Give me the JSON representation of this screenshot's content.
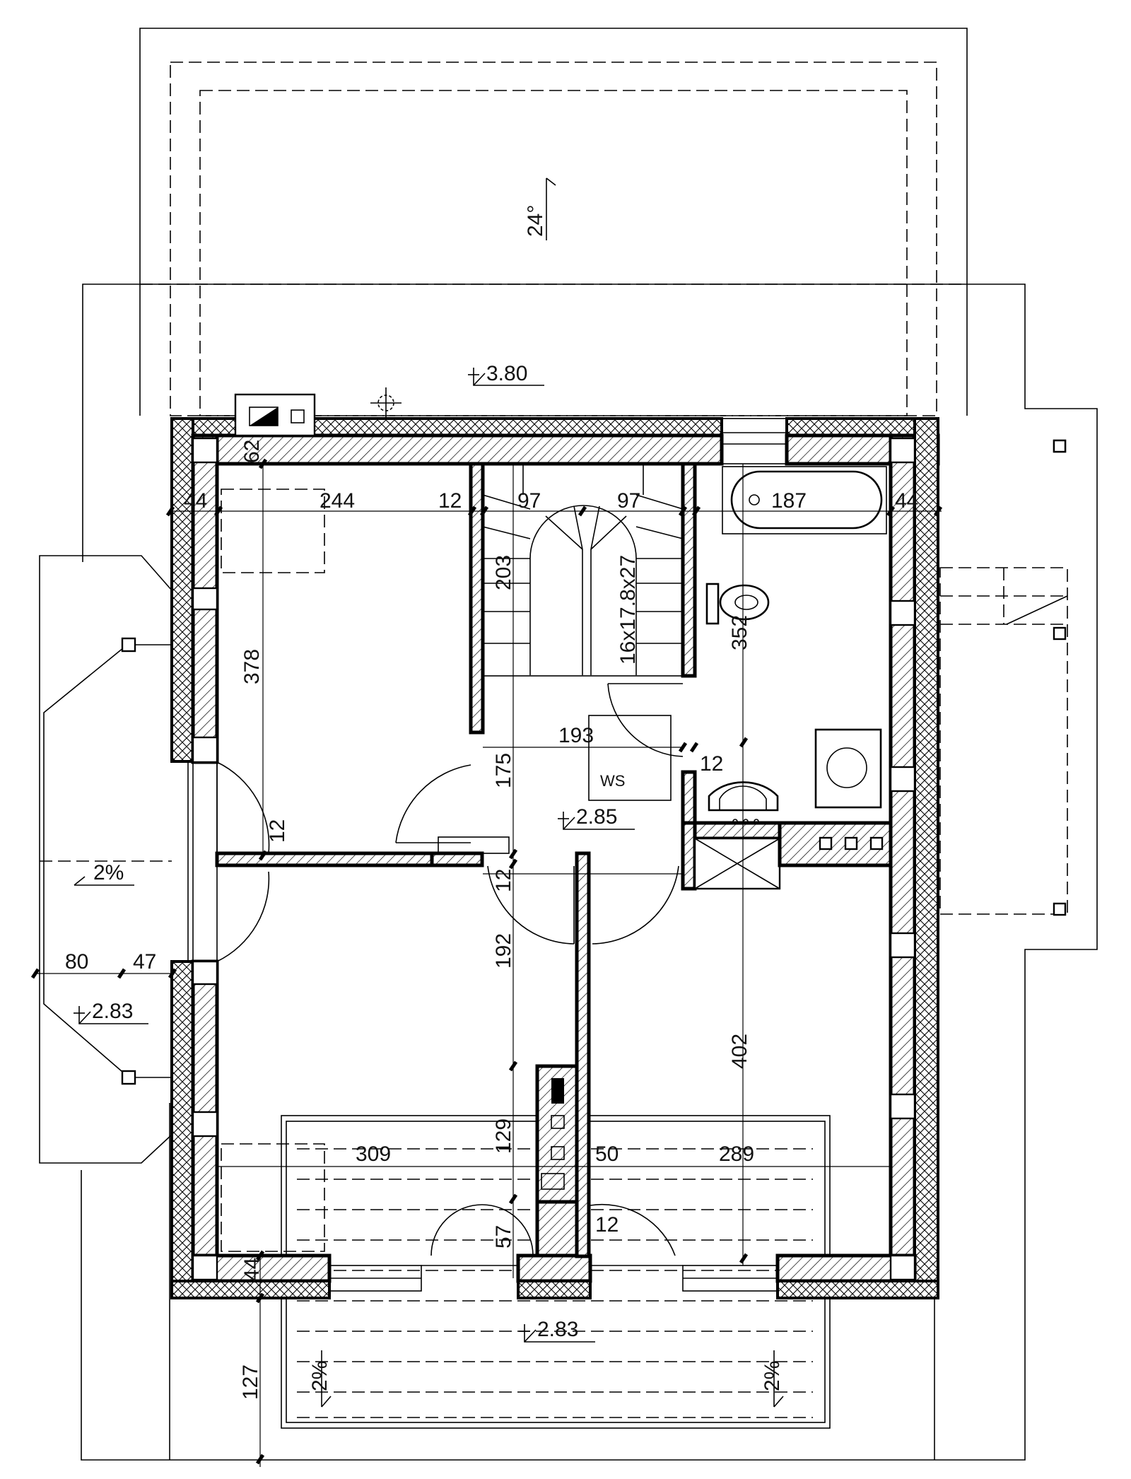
{
  "drawing": {
    "roof_pitch": "24°",
    "levels": {
      "roof": "3.80",
      "hall": "2.85",
      "bay": "2.83",
      "balcony": "2.83"
    },
    "slopes": [
      "2%",
      "2%",
      "2%"
    ],
    "stair_spec": "16x17.8x27",
    "wc_label": "WS",
    "dimensions": {
      "top_wall": "62",
      "left_wall_top": "44",
      "bedroom_top_width": "244",
      "stair_wall": "12",
      "stair_half_left": "97",
      "stair_half_right": "97",
      "bath_width": "187",
      "right_wall_top": "44",
      "stair_length": "203",
      "bedroom_top_depth": "378",
      "bath_depth": "352",
      "hall_width": "193",
      "hall_depth": "175",
      "partition_right": "12",
      "partition_left": "12",
      "partition_mid": "12",
      "bay_width": "80",
      "bay_jamb": "47",
      "corridor_depth": "192",
      "bedroom_right_depth": "402",
      "chimney_depth": "129",
      "bedroom_left_width": "309",
      "chimney_width": "50",
      "bedroom_right_width": "289",
      "door_niche": "57",
      "partition_bottom": "12",
      "bottom_wall": "44",
      "balcony_depth": "127"
    }
  }
}
